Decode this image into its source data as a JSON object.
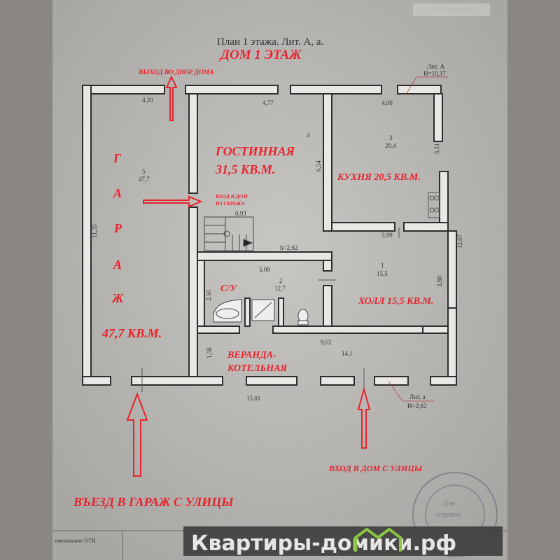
{
  "header": {
    "plan_title": "План  1 этажа. Лит. А, а.",
    "house_title": "ДОМ 1 ЭТАЖ",
    "top_logo": "ИНФОРМАЦИЯ"
  },
  "annotations": {
    "yard_exit": "ВЫХОД ВО ДВОР ДОМА",
    "garage_letters": [
      "Г",
      "А",
      "Р",
      "А",
      "Ж"
    ],
    "garage_area": "47,7 КВ.М.",
    "living_name": "ГОСТИННАЯ",
    "living_area": "31,5 КВ.М.",
    "kitchen": "КУХНЯ 20,5 КВ.М.",
    "garage_entry_1": "ВХОД В ДОМ",
    "garage_entry_2": "ИЗ ГАРАЖА",
    "bathroom": "С/У",
    "hall": "ХОЛЛ 15,5 КВ.М.",
    "veranda_1": "ВЕРАНДА-",
    "veranda_2": "КОТЕЛЬНАЯ",
    "street_entry": "ВХОД В ДОМ С УЛИЦЫ",
    "garage_drive": "ВЪЕЗД В ГАРАЖ С УЛИЦЫ"
  },
  "dimensions": {
    "d420": "4,20",
    "d477": "4,77",
    "d400": "4,00",
    "d1135": "11,35",
    "d654": "6,54",
    "d511": "5,11",
    "d1207": "12,07",
    "d388": "3,88",
    "d093": "0,93",
    "d399": "3,99",
    "h262": "h=2,62",
    "d508": "5,08",
    "d250": "2,50",
    "d902": "9,02",
    "d156": "1,56",
    "d1501": "15,01"
  },
  "rooms": {
    "garage": {
      "num": "5",
      "area": "47,7"
    },
    "living": {
      "num": "4"
    },
    "kitchen": {
      "num": "3",
      "area": "20,4"
    },
    "hall": {
      "num": "1",
      "area": "15,5"
    },
    "bath": {
      "num": "2",
      "area": "12,7"
    },
    "veranda": {
      "area": "14,1"
    }
  },
  "lit_a": {
    "label": "Лит. А",
    "height": "H=10,17"
  },
  "lit_a_small": {
    "label": "Лит. а",
    "height": "H=2,62"
  },
  "stamp": {
    "line1": "Для",
    "line2": "справок"
  },
  "footer": {
    "table_label": "именование ОТИ",
    "watermark": "Квартиры-домики.рф"
  },
  "colors": {
    "red": "#e8232c",
    "paper": "#bdbbb8",
    "watermark_green": "#8cc63f"
  }
}
